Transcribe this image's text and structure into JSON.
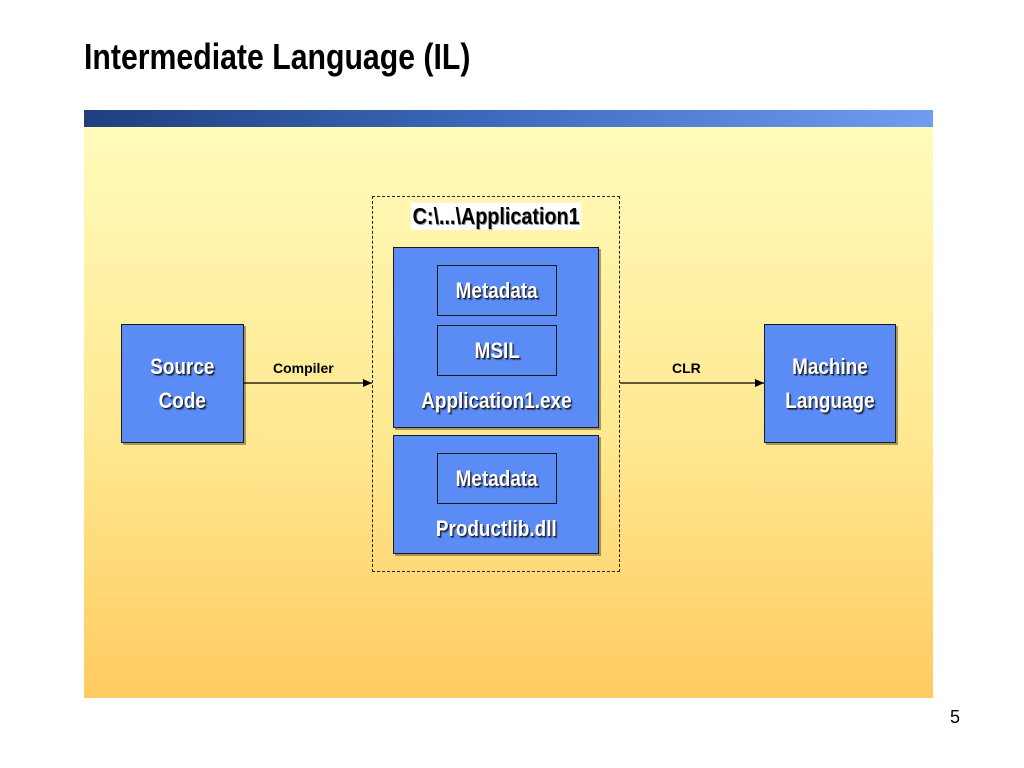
{
  "slide": {
    "title": "Intermediate Language (IL)",
    "page_number": "5"
  },
  "diagram": {
    "source_box": {
      "line1": "Source",
      "line2": "Code"
    },
    "compiler_label": "Compiler",
    "container_label": "C:\\...\\Application1",
    "exe_box": {
      "metadata_label": "Metadata",
      "msil_label": "MSIL",
      "caption": "Application1.exe"
    },
    "dll_box": {
      "metadata_label": "Metadata",
      "caption": "Productlib.dll"
    },
    "clr_label": "CLR",
    "machine_box": {
      "line1": "Machine",
      "line2": "Language"
    }
  },
  "colors": {
    "box_fill": "#5b8bf5",
    "panel_top": "#fffbbb",
    "panel_bottom": "#ffcb60",
    "title_bar_dark": "#1f3f7f",
    "title_bar_light": "#6f9ef0"
  }
}
